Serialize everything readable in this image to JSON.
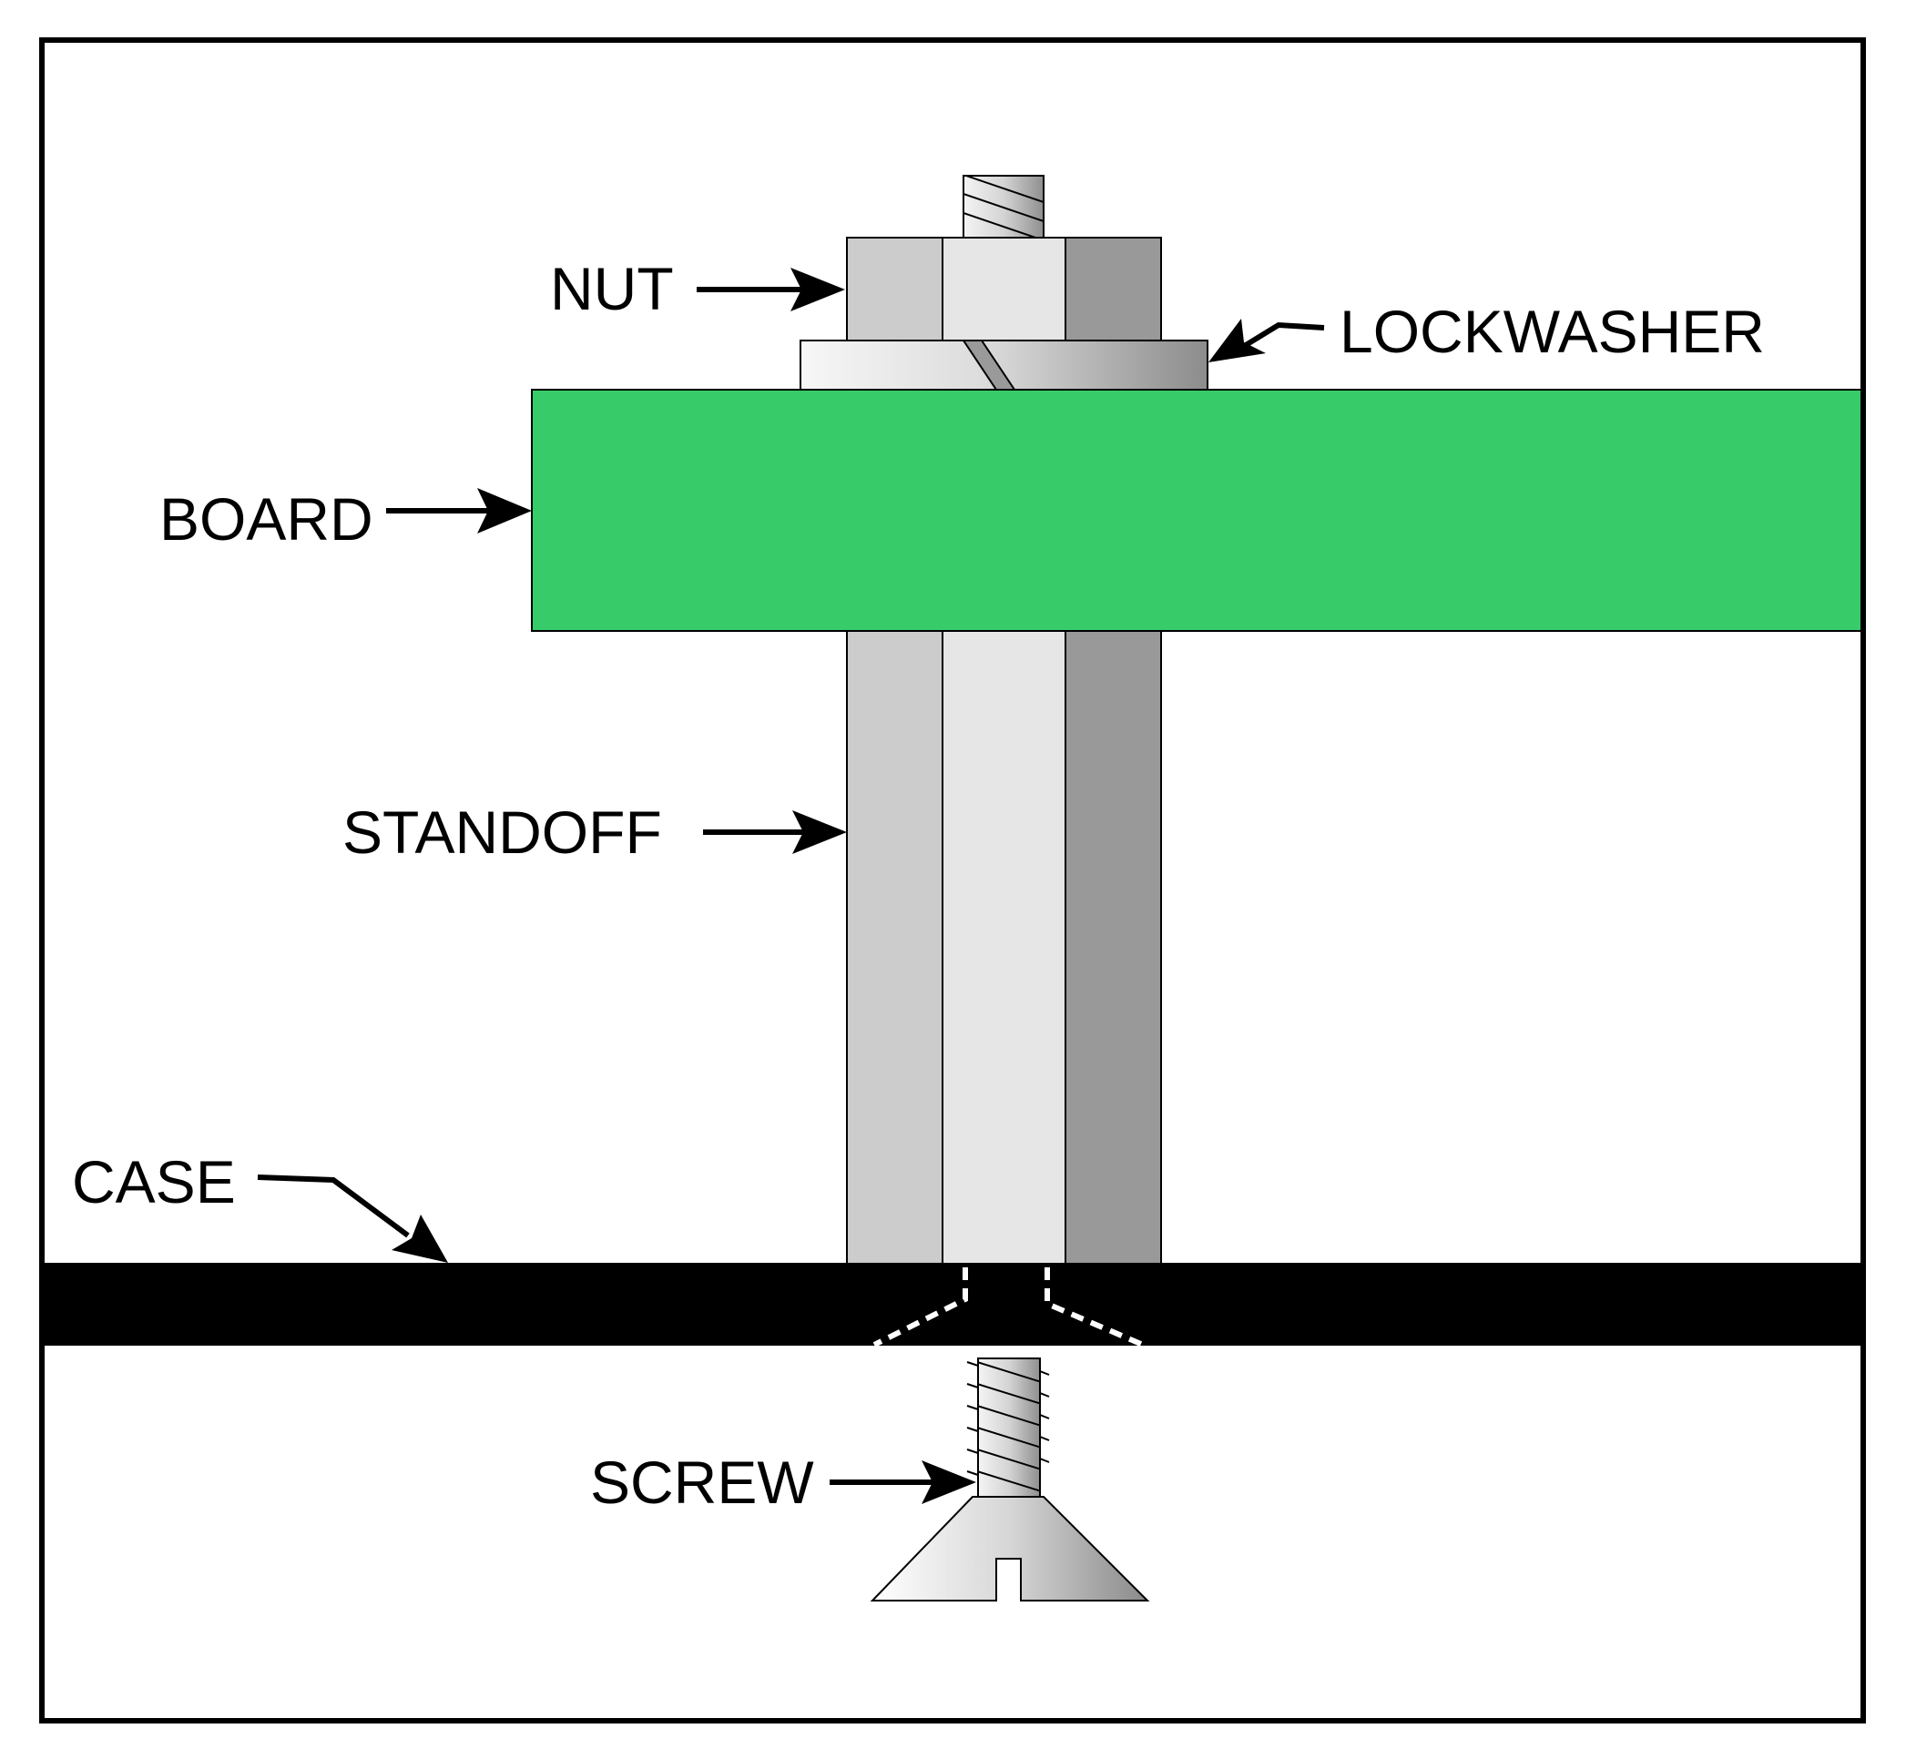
{
  "labels": {
    "nut": "NUT",
    "lockwasher": "LOCKWASHER",
    "board": "BOARD",
    "standoff": "STANDOFF",
    "case": "CASE",
    "screw": "SCREW"
  },
  "colors": {
    "board": "#37cb69",
    "case": "#000000",
    "hex_light": "#cccccc",
    "hex_center": "#e6e6e6",
    "hex_dark": "#999999",
    "outline": "#000000"
  }
}
